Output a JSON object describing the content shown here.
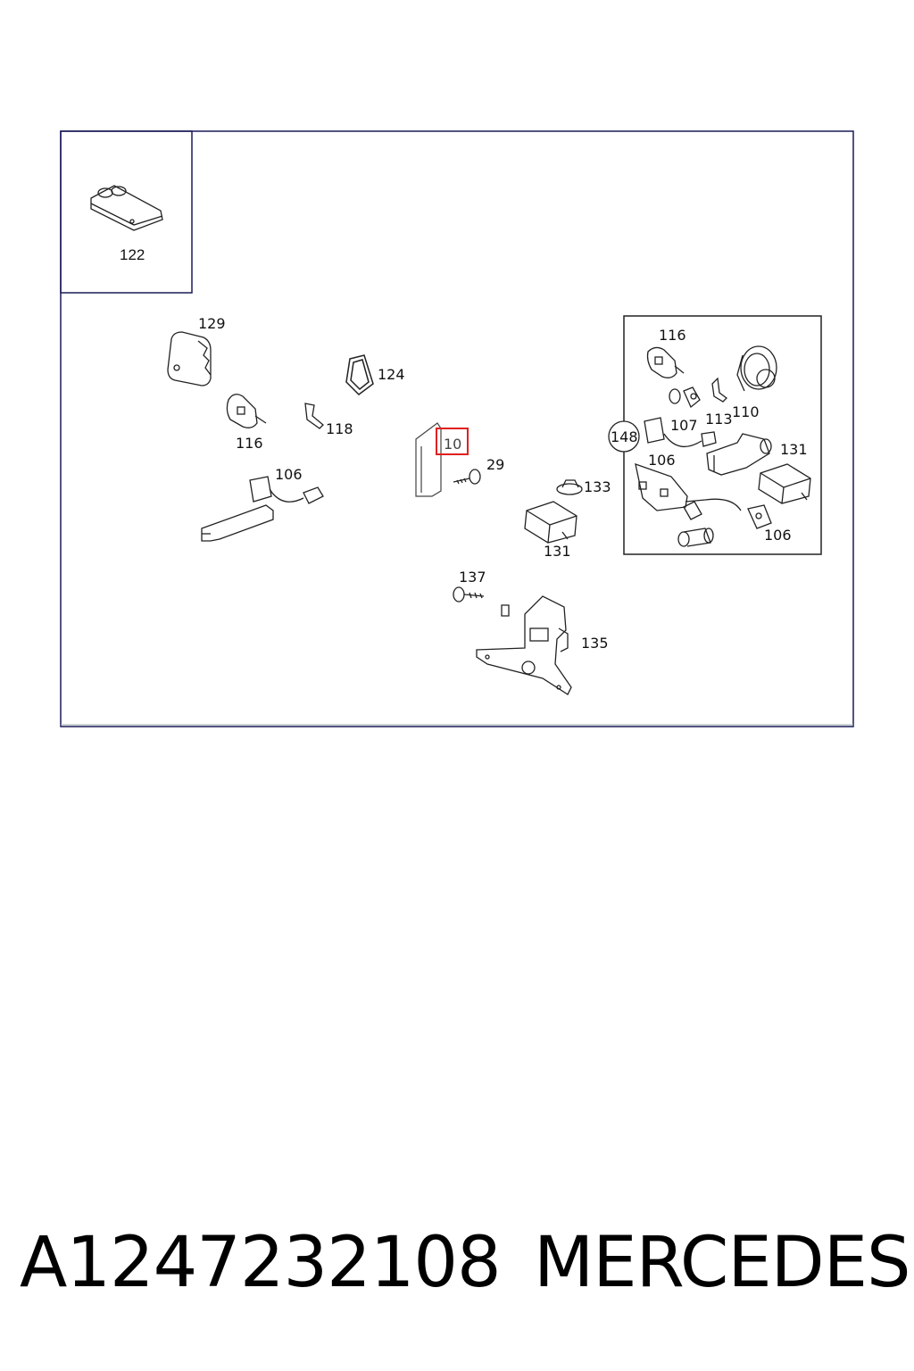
{
  "diagram": {
    "callouts": {
      "c122": "122",
      "c129": "129",
      "c124": "124",
      "c118": "118",
      "c116a": "116",
      "c106a": "106",
      "c10": "10",
      "c29": "29",
      "c133": "133",
      "c131a": "131",
      "c137": "137",
      "c135": "135",
      "c116b": "116",
      "c107": "107",
      "c113": "113",
      "c110": "110",
      "c148": "148",
      "c106b": "106",
      "c131b": "131",
      "c106c": "106"
    },
    "highlight_color": "#e02020",
    "frame_color": "#1a1a5a"
  },
  "caption": {
    "part_number": "A1247232108",
    "brand": "MERCEDES"
  }
}
